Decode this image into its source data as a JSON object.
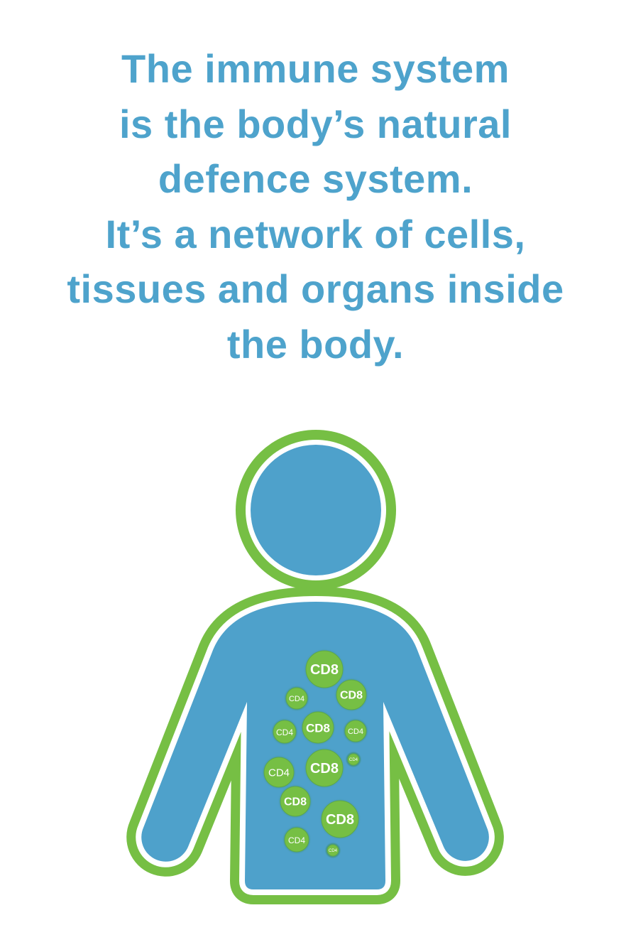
{
  "headline": {
    "lines": [
      "The immune system",
      "is the body’s natural",
      "defence system.",
      "It’s a network of cells,",
      "tissues and organs inside",
      "the body."
    ]
  },
  "colors": {
    "text_blue": "#4ea3cc",
    "body_blue": "#4ea1cb",
    "outline_green": "#76bf44",
    "cell_green": "#76bf44"
  },
  "cells": [
    {
      "label": "CD8",
      "size": "large"
    },
    {
      "label": "CD8",
      "size": "medium"
    },
    {
      "label": "CD4",
      "size": "small"
    },
    {
      "label": "CD8",
      "size": "medium"
    },
    {
      "label": "CD4",
      "size": "small"
    },
    {
      "label": "CD4",
      "size": "small"
    },
    {
      "label": "CD4",
      "size": "tiny"
    },
    {
      "label": "CD8",
      "size": "large"
    },
    {
      "label": "CD4",
      "size": "medium"
    },
    {
      "label": "CD8",
      "size": "medium"
    },
    {
      "label": "CD8",
      "size": "large"
    },
    {
      "label": "CD4",
      "size": "small"
    },
    {
      "label": "CD4",
      "size": "tiny"
    }
  ]
}
